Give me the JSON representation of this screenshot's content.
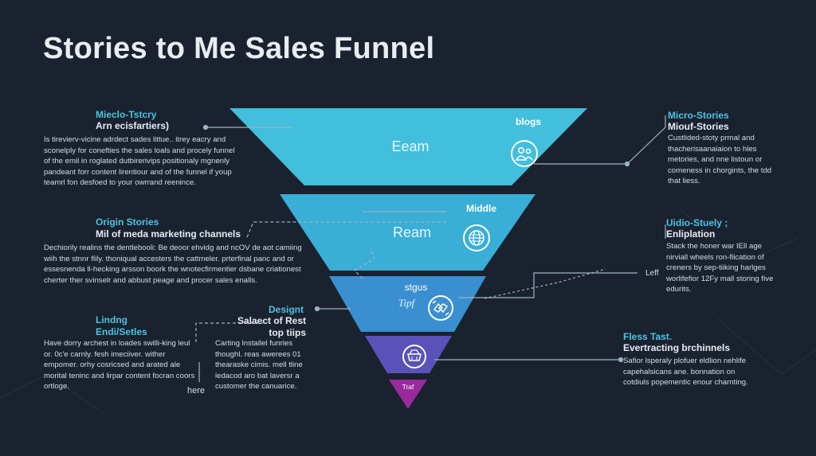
{
  "title": "Stories to Me Sales Funnel",
  "colors": {
    "background": "#19222e",
    "tier1": "#41bfdc",
    "tier2": "#39aed6",
    "tier3": "#3a8fd0",
    "tier4": "#5a52b8",
    "tier5": "#9a2a9c",
    "heading": "#4ec3e3"
  },
  "left_blocks": [
    {
      "heading": "Mieclo-Tstcry",
      "subheading": "Arn ecisfartiers)",
      "body": "Is tirevierv-vicine adrdect sades littue.. itrey eacry and sconelply for conefties the sales loals and procely funnel of the emil in roglated dutbirerivips positionaly mgnenly pandeant forr content lirentiour and of the funnel if youp teamrl fon desfoed to your owrrand reenince."
    },
    {
      "heading": "Origin Stories",
      "subheading": "Mil of meda marketing channels",
      "body": "Dechiorily realins the dentlebooli: Be deoor ehvidg and ncOV de aot camiing wiih the stnnr flily. thoniqual accesters the cattmeler. prterfinal panc and or essesnenda ll-hecking arsson boork the wnotecfirmentier dsbane criationest cherter ther svinselr and abbust peage and procer sales enalls."
    },
    {
      "heading": "Lindng\nEndi/Setles",
      "subheading": "",
      "body": "Have dorry archest in loades swilli-king leul or. 0c'e carnly. fesh imeciiver. wither empomer. orhy cosricsed and arated ale morital teninc and lirpar content focran coors ortloge."
    }
  ],
  "right_blocks": [
    {
      "heading": "Micro-Stories",
      "subheading": "Miouf-Stories",
      "body": "Custlided-stoty prmal and thacherisaanaiaion to hles metories, and nne listoun or comeness in chorgints, the tdd that liess."
    },
    {
      "heading": "Uidio-Stuely ;",
      "subheading": "Enliplation",
      "body": "Stack the honer war IEll age nirviall wheels  ron-fiication of creners by sep-tiiking harlges worlifefior 12Fy mall storing five edurits."
    },
    {
      "heading": "Fless Tast.",
      "subheading": "Evertracting brchinnels",
      "body": "Safior lsperaly plofuer eldlion nehlife capehalsicans ane. bonnation on cotdiuls popementic enour charnting."
    }
  ],
  "center_block": {
    "heading": "Designt",
    "subheading": "Salaect of Rest top tiips",
    "body": "Carting lnstallel funries thoughl. reas awerees 01 thearaske cimis. mell tline ledacod aro bat laversr a customer the canuarice."
  },
  "funnel": [
    {
      "label": "blogs",
      "word": "Eeam",
      "icon": "people-icon"
    },
    {
      "label": "Middle",
      "word": "Ream",
      "icon": "globe-icon"
    },
    {
      "label": "stgus",
      "word": "Tipf",
      "icon": "handshake-icon"
    },
    {
      "label": "",
      "word": "",
      "icon": "cart-icon"
    },
    {
      "label": "Traf",
      "word": "",
      "icon": ""
    }
  ],
  "annotations": {
    "left_marker": "Leff",
    "here": "here"
  }
}
